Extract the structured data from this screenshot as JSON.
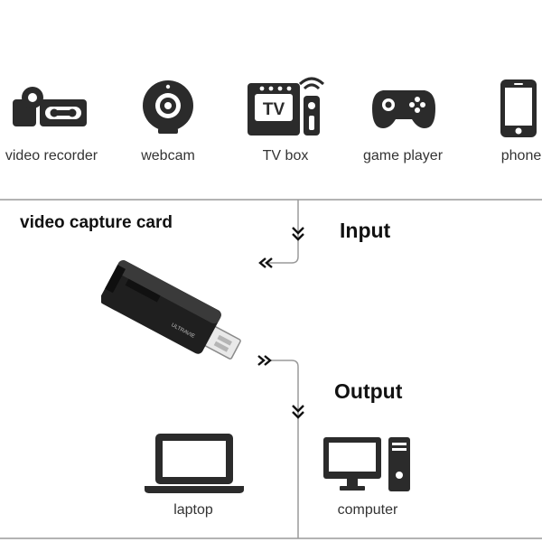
{
  "sources": [
    {
      "label": "video recorder",
      "icon": "video-recorder-icon"
    },
    {
      "label": "webcam",
      "icon": "webcam-icon"
    },
    {
      "label": "TV box",
      "icon": "tv-box-icon",
      "badge": "TV"
    },
    {
      "label": "game player",
      "icon": "gamepad-icon"
    },
    {
      "label": "phone",
      "icon": "phone-icon"
    }
  ],
  "device": {
    "title": "video capture card",
    "brand": "ULTRAVIE"
  },
  "flow": {
    "input_label": "Input",
    "output_label": "Output"
  },
  "outputs": [
    {
      "label": "laptop",
      "icon": "laptop-icon"
    },
    {
      "label": "computer",
      "icon": "computer-icon"
    }
  ],
  "colors": {
    "icon": "#2b2b2b",
    "line": "#9a9a9a",
    "text": "#333333"
  }
}
